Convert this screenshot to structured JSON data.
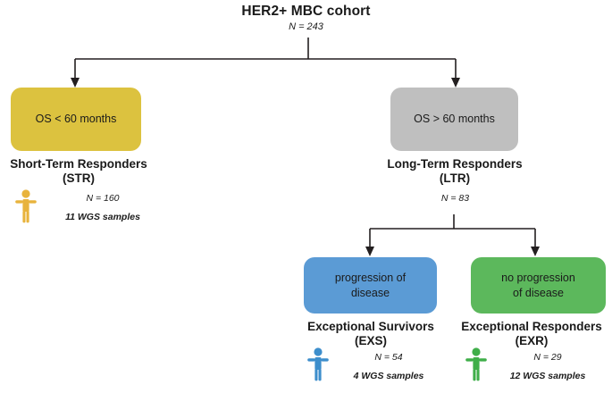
{
  "diagram": {
    "type": "flowchart",
    "title": "HER2+ MBC cohort",
    "root": {
      "label": "HER2+ MBC cohort",
      "n_label": "N = 243"
    },
    "colors": {
      "str_box": "#dcc23f",
      "ltr_box": "#bfbfbf",
      "exs_box": "#5b9bd5",
      "exr_box": "#5cb85c",
      "connector": "#231f20",
      "text": "#1a1a1a",
      "person_str": "#e8b33c",
      "person_exs": "#3d8ecc",
      "person_exr": "#3fae49"
    },
    "nodes": [
      {
        "id": "str",
        "box_label": "OS < 60 months",
        "caption_line1": "Short-Term Responders",
        "caption_line2": "(STR)",
        "n_label": "N = 160",
        "wgs_label": "11 WGS samples",
        "icon": "person-icon",
        "color": "#dcc23f"
      },
      {
        "id": "ltr",
        "box_label": "OS > 60 months",
        "caption_line1": "Long-Term Responders",
        "caption_line2": "(LTR)",
        "n_label": "N = 83",
        "wgs_label": "",
        "icon": "",
        "color": "#bfbfbf"
      },
      {
        "id": "exs",
        "box_label_line1": "progression of",
        "box_label_line2": "disease",
        "caption_line1": "Exceptional Survivors",
        "caption_line2": "(EXS)",
        "n_label": "N = 54",
        "wgs_label": "4 WGS samples",
        "icon": "person-icon",
        "color": "#5b9bd5"
      },
      {
        "id": "exr",
        "box_label_line1": "no progression",
        "box_label_line2": "of disease",
        "caption_line1": "Exceptional Responders",
        "caption_line2": "(EXR)",
        "n_label": "N = 29",
        "wgs_label": "12 WGS samples",
        "icon": "person-icon",
        "color": "#5cb85c"
      }
    ]
  }
}
